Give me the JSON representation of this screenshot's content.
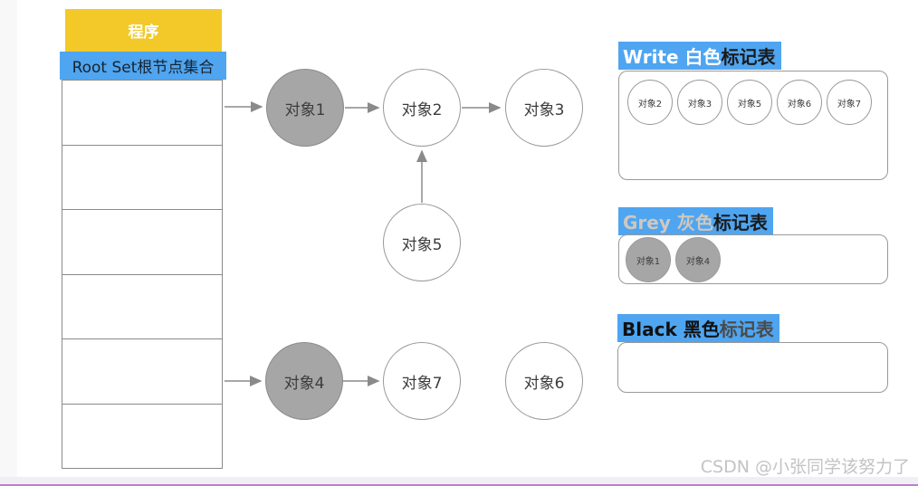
{
  "colors": {
    "highlight_blue": "#4FA5F0",
    "header_yellow": "#F2C928",
    "node_grey": "#A6A6A6",
    "stroke_grey": "#8A8A8A",
    "bottom_bar": "#F0EFF5",
    "bottom_line": "#BB7FCA",
    "left_strip": "#F8F8F8"
  },
  "root_stack": {
    "header_label": "程序",
    "subheader_label": "Root Set根节点集合",
    "empty_row_count": 6
  },
  "graph": {
    "nodes": [
      {
        "id": "obj1",
        "label": "对象1",
        "fill": "grey"
      },
      {
        "id": "obj2",
        "label": "对象2",
        "fill": "white"
      },
      {
        "id": "obj3",
        "label": "对象3",
        "fill": "white"
      },
      {
        "id": "obj5",
        "label": "对象5",
        "fill": "white"
      },
      {
        "id": "obj4",
        "label": "对象4",
        "fill": "grey"
      },
      {
        "id": "obj7",
        "label": "对象7",
        "fill": "white"
      },
      {
        "id": "obj6",
        "label": "对象6",
        "fill": "white"
      }
    ],
    "edges": [
      {
        "from": "root-set-row-1",
        "to": "obj1",
        "direction": "right"
      },
      {
        "from": "obj1",
        "to": "obj2",
        "direction": "right"
      },
      {
        "from": "obj2",
        "to": "obj3",
        "direction": "right"
      },
      {
        "from": "obj5",
        "to": "obj2",
        "direction": "up"
      },
      {
        "from": "root-set-row-5",
        "to": "obj4",
        "direction": "right"
      },
      {
        "from": "obj4",
        "to": "obj7",
        "direction": "right"
      }
    ]
  },
  "panels": [
    {
      "highlight_label": "Write 白色",
      "suffix_label": "标记表",
      "items": [
        "对象2",
        "对象3",
        "对象5",
        "对象6",
        "对象7"
      ]
    },
    {
      "highlight_label": "Grey 灰色",
      "suffix_label": "标记表",
      "items": [
        "对象1",
        "对象4"
      ]
    },
    {
      "highlight_label": "Black 黑色",
      "suffix_label": "标记表",
      "items": []
    }
  ],
  "watermark": "CSDN @小张同学该努力了"
}
